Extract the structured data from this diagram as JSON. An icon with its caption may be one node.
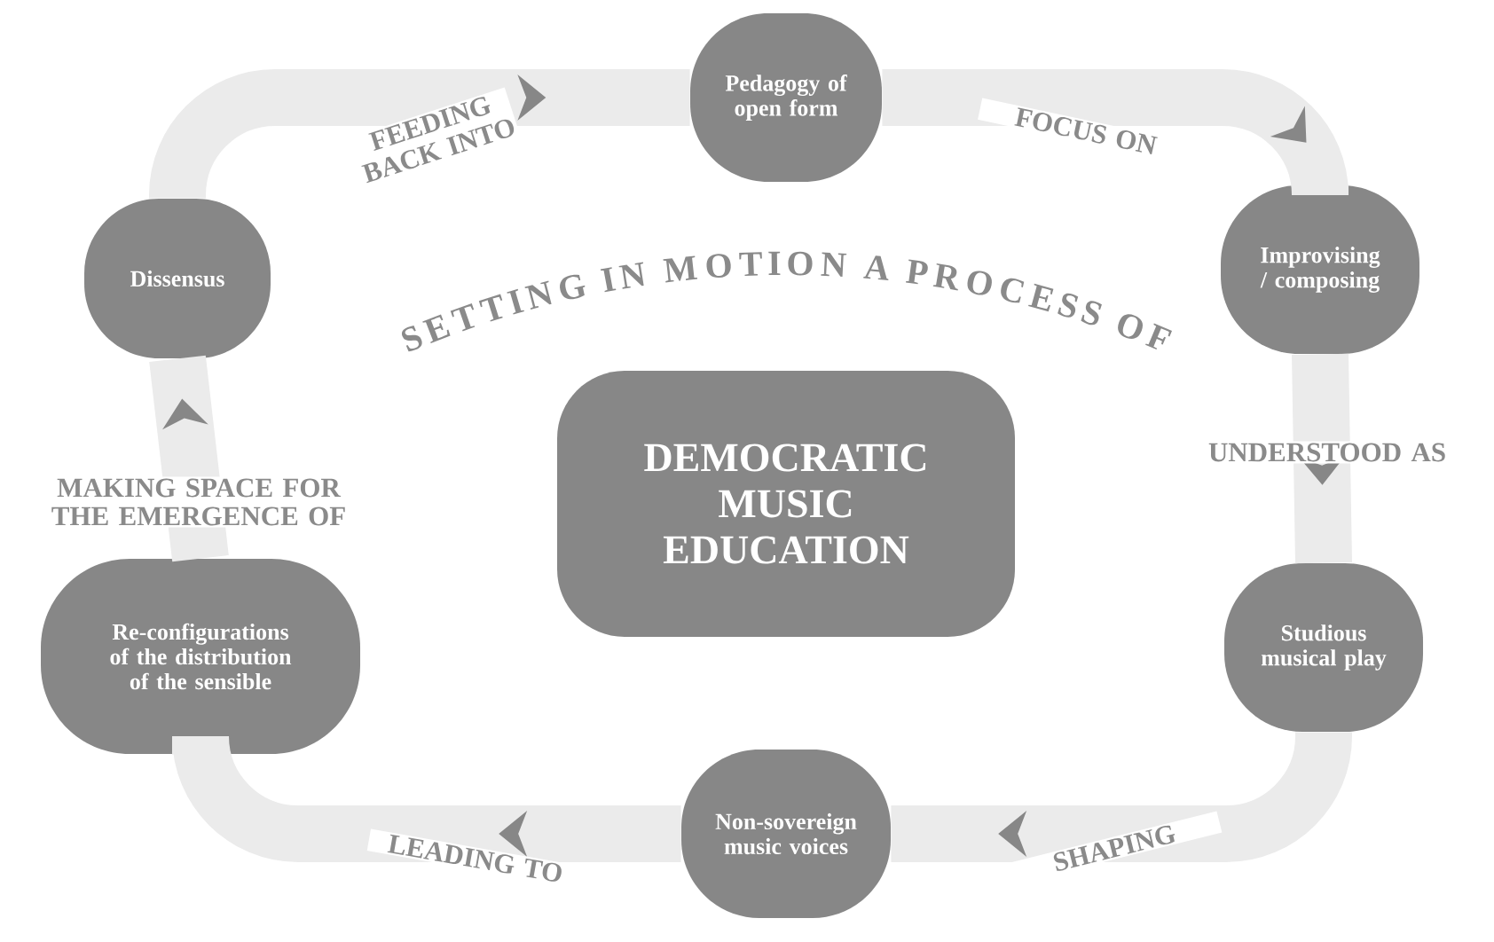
{
  "diagram": {
    "nodes": [
      {
        "text": [
          "Pedagogy of open form"
        ]
      },
      {
        "text": [
          "Improvising / composing"
        ]
      },
      {
        "text": [
          "Studious musical play"
        ]
      },
      {
        "text": [
          "Non-sovereign music voices"
        ]
      },
      {
        "text": [
          "Re-configurations of the distribution of the sensible"
        ]
      },
      {
        "text": [
          "Dissensus"
        ]
      },
      {
        "text": [
          "DEMOCRATIC MUSIC EDUCATION"
        ],
        "beside": [
          "SETTING IN MOTION A PROCESS OF"
        ]
      }
    ],
    "edges": [
      {
        "from": 0,
        "to": 1,
        "arrow": "to",
        "label": "FOCUS ON"
      },
      {
        "from": 1,
        "to": 2,
        "arrow": "to",
        "label": "UNDERSTOOD AS"
      },
      {
        "from": 2,
        "to": 3,
        "arrow": "to",
        "label": "SHAPING"
      },
      {
        "from": 3,
        "to": 4,
        "arrow": "to",
        "label": "LEADING TO"
      },
      {
        "from": 4,
        "to": 5,
        "arrow": "to",
        "label": "MAKING SPACE FOR THE EMERGENCE OF"
      },
      {
        "from": 5,
        "to": 0,
        "arrow": "to",
        "label": "FEEDING BACK INTO"
      }
    ]
  }
}
